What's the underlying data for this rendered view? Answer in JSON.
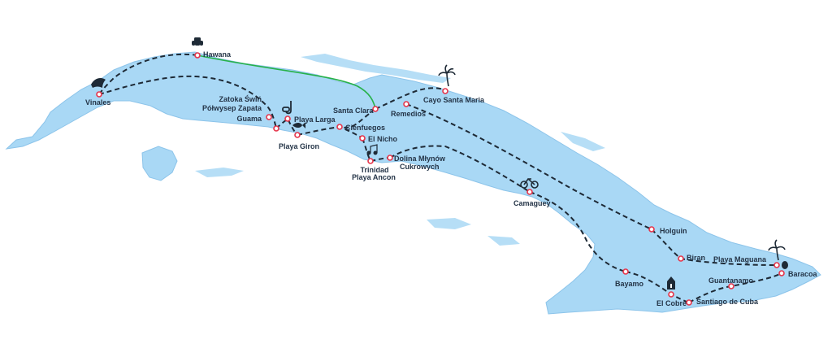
{
  "colors": {
    "land": "#a9d8f5",
    "land_edge": "#8cc4ea",
    "route": "#1e2a36",
    "air_route": "#27b14a",
    "marker": "#e6344a",
    "label": "#243447"
  },
  "places": {
    "hawana": "Hawana",
    "vinales": "Vinales",
    "zatoka": "Zatoka Świń",
    "zapata": "Półwysep Zapata",
    "guama": "Guama",
    "playa_larga": "Playa Larga",
    "playa_giron": "Playa Giron",
    "cienfuegos": "Cienfuegos",
    "el_nicho": "El Nicho",
    "trinidad": "Trinidad",
    "playa_ancon": "Playa Ancon",
    "dolina_1": "Dolina Młynów",
    "dolina_2": "Cukrowych",
    "santa_clara": "Santa Clara",
    "remedios": "Remedios",
    "cayo": "Cayo Santa Maria",
    "camaguey": "Camaguey",
    "holguin": "Holguin",
    "biran": "Biran",
    "playa_maguana": "Playa Maguana",
    "baracoa": "Baracoa",
    "guantanamo": "Guantanamo",
    "bayamo": "Bayamo",
    "el_cobre": "El Cobre",
    "santiago": "Santiago de Cuba"
  },
  "icons": [
    "car-icon",
    "palm-icon",
    "dolphin-icon",
    "snorkel-icon",
    "fish-icon",
    "music-icon",
    "bicycle-icon",
    "church-icon"
  ]
}
